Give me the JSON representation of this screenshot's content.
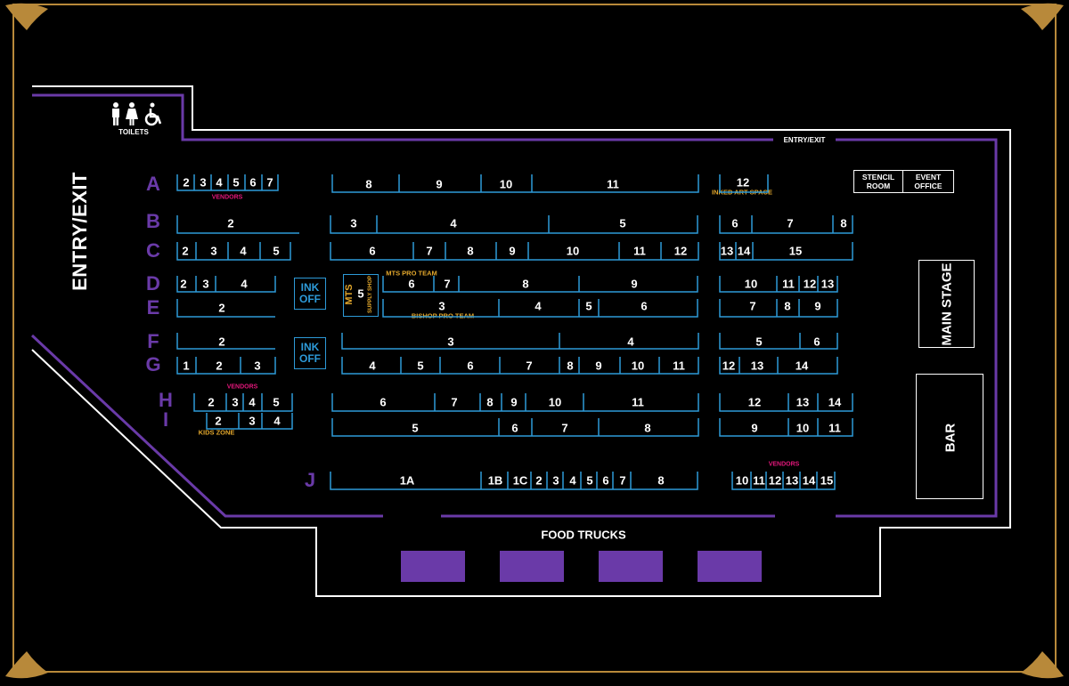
{
  "colors": {
    "background": "#000000",
    "wall": "#ffffff",
    "accent_purple": "#6a3aa8",
    "booth_blue": "#2d9ad8",
    "vendor_pink": "#e2177a",
    "team_gold": "#e2a72c",
    "frame_gold": "#b8893a"
  },
  "icons": [
    "man-icon",
    "woman-icon",
    "wheelchair-icon"
  ],
  "labels": {
    "toilets": "TOILETS",
    "entry_exit_side": "ENTRY/EXIT",
    "entry_exit_top": "ENTRY/EXIT",
    "stencil_room": "STENCIL ROOM",
    "event_office": "EVENT OFFICE",
    "main_stage": "MAIN STAGE",
    "bar": "BAR",
    "food_trucks": "FOOD TRUCKS",
    "ink_off": "INK OFF",
    "mts": "MTS",
    "supply_shop": "SUPPLY SHOP",
    "inked_art_space": "INKED ART SPACE",
    "mts_pro_team": "MTS PRO TEAM",
    "bishop_pro_team": "BISHOP PRO TEAM",
    "vendors": "VENDORS",
    "kids_zone": "KIDS ZONE"
  },
  "rows": [
    "A",
    "B",
    "C",
    "D",
    "E",
    "F",
    "G",
    "H",
    "I",
    "J"
  ],
  "booths": {
    "A": [
      "2",
      "3",
      "4",
      "5",
      "6",
      "7",
      "8",
      "9",
      "10",
      "11",
      "12"
    ],
    "B": [
      "2",
      "3",
      "4",
      "5",
      "6",
      "7",
      "8"
    ],
    "C": [
      "2",
      "3",
      "4",
      "5",
      "6",
      "7",
      "8",
      "9",
      "10",
      "11",
      "12",
      "13",
      "14",
      "15"
    ],
    "D": [
      "2",
      "3",
      "4",
      "5",
      "6",
      "7",
      "8",
      "9",
      "10",
      "11",
      "12",
      "13"
    ],
    "E": [
      "2",
      "3",
      "4",
      "5",
      "6",
      "7",
      "8",
      "9"
    ],
    "F": [
      "2",
      "3",
      "4",
      "5",
      "6"
    ],
    "G": [
      "1",
      "2",
      "3",
      "4",
      "5",
      "6",
      "7",
      "8",
      "9",
      "10",
      "11",
      "12",
      "13",
      "14"
    ],
    "H": [
      "2",
      "3",
      "4",
      "5",
      "6",
      "7",
      "8",
      "9",
      "10",
      "11",
      "12",
      "13",
      "14"
    ],
    "I": [
      "2",
      "3",
      "4",
      "5",
      "6",
      "7",
      "8",
      "9",
      "10",
      "11"
    ],
    "J": [
      "1A",
      "1B",
      "1C",
      "2",
      "3",
      "4",
      "5",
      "6",
      "7",
      "8",
      "10",
      "11",
      "12",
      "13",
      "14",
      "15"
    ]
  }
}
